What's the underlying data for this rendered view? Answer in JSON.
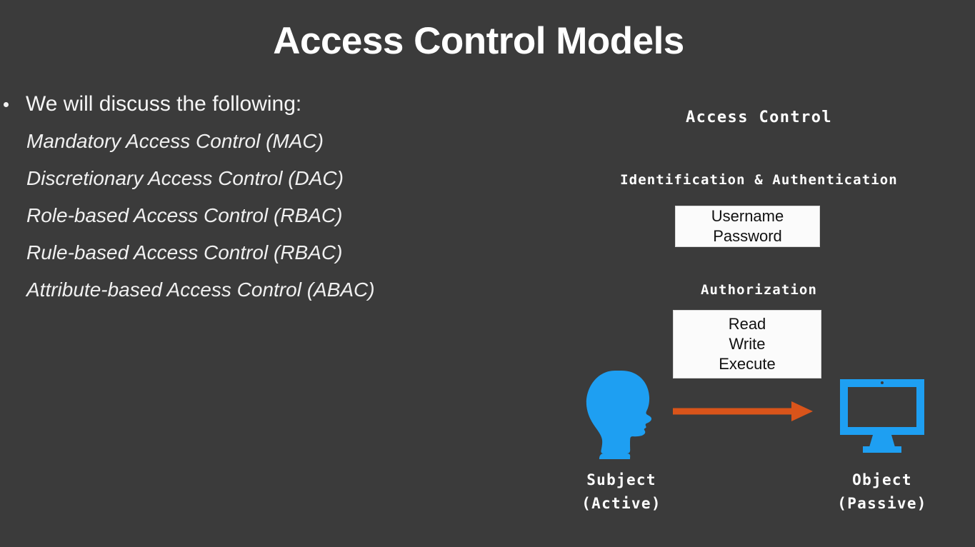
{
  "slide": {
    "background_color": "#3b3b3b",
    "title": "Access Control Models"
  },
  "bullets": {
    "lead": "We will discuss the following:",
    "items": [
      "Mandatory Access Control (MAC)",
      "Discretionary Access Control (DAC)",
      "Role-based Access Control (RBAC)",
      "Rule-based Access Control (RBAC)",
      "Attribute-based Access Control (ABAC)"
    ]
  },
  "diagram": {
    "heading": "Access Control",
    "identification_label": "Identification & Authentication",
    "credentials_box": {
      "line1": "Username",
      "line2": "Password"
    },
    "authorization_label": "Authorization",
    "permissions_box": {
      "line1": "Read",
      "line2": "Write",
      "line3": "Execute"
    },
    "subject_caption_line1": "Subject",
    "subject_caption_line2": "(Active)",
    "object_caption_line1": "Object",
    "object_caption_line2": "(Passive)",
    "colors": {
      "figure_blue": "#1e9ff2",
      "arrow_orange": "#d9541a",
      "box_fill": "#fbfbfb",
      "text_white": "#ffffff"
    }
  }
}
